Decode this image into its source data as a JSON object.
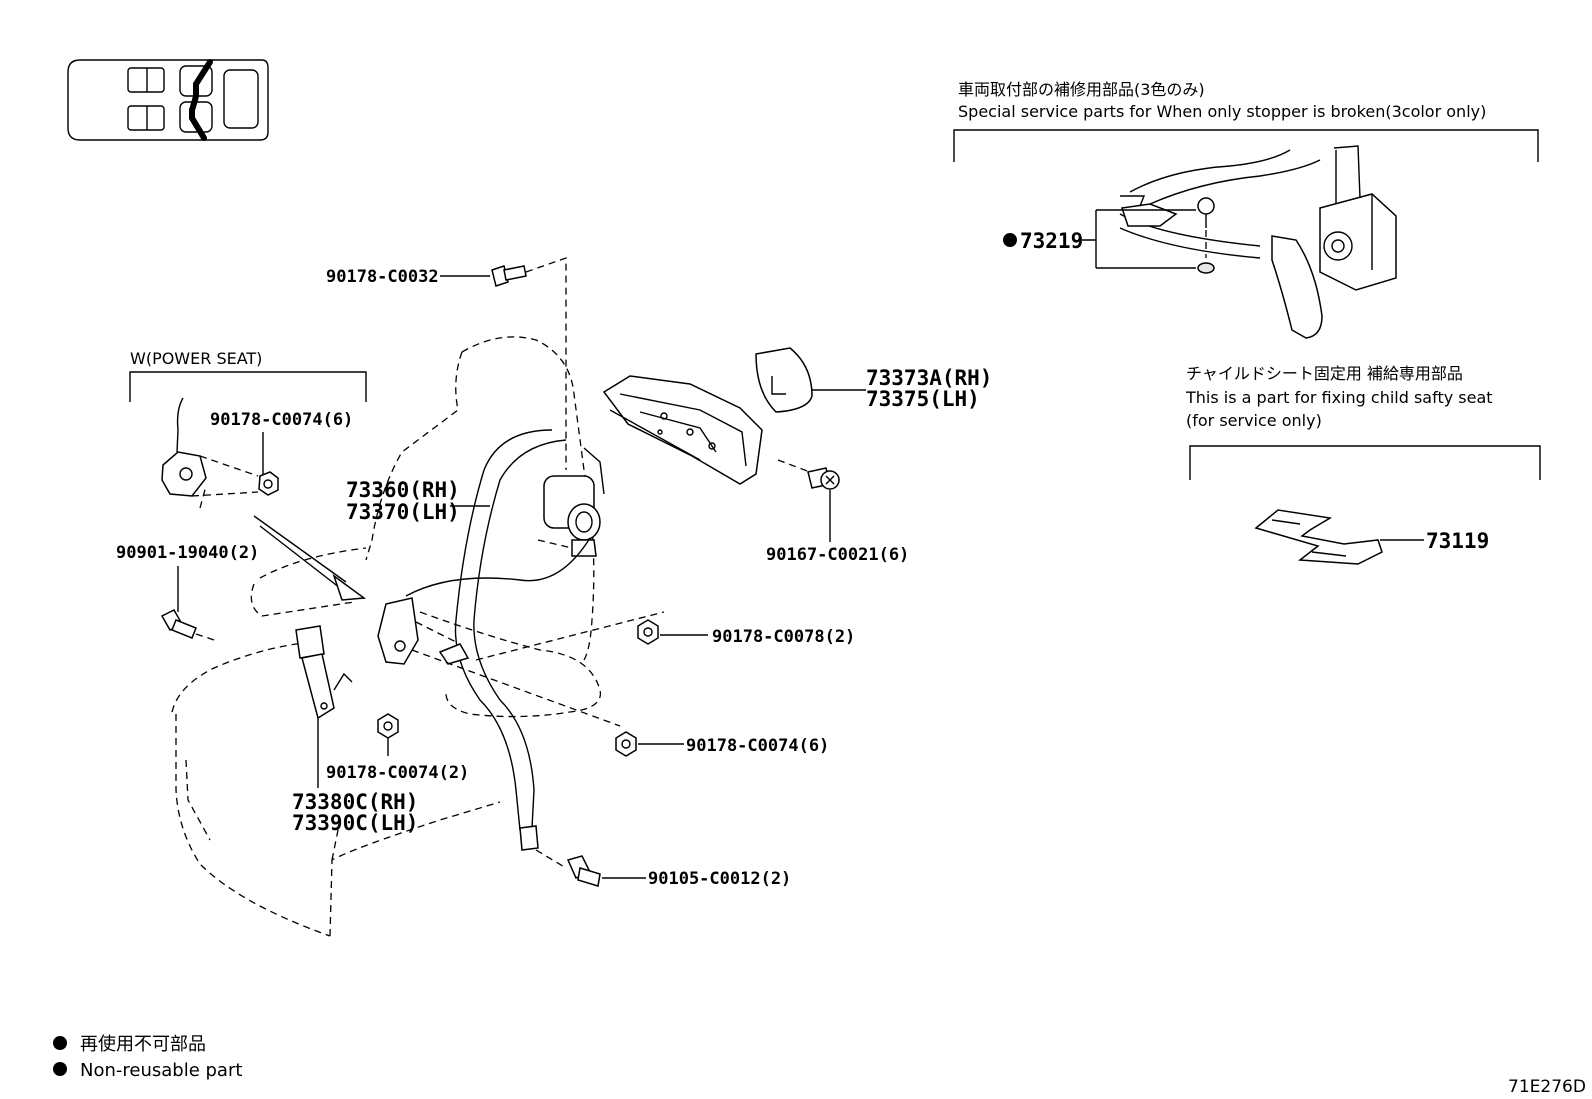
{
  "sections": {
    "stopper_jp": "車両取付部の補修用部品(3色のみ)",
    "stopper_en": "Special service parts for When only stopper is broken(3color only)",
    "child_jp": "チャイルドシート固定用 補給専用部品",
    "child_en1": "This is a part for fixing child safty seat",
    "child_en2": "(for service only)",
    "power_seat": "W(POWER SEAT)"
  },
  "parts": {
    "p_90178_c0032": "90178-C0032",
    "p_90178_c0074_6a": "90178-C0074(6)",
    "p_73360": "73360(RH)",
    "p_73370": "73370(LH)",
    "p_73373a": "73373A(RH)",
    "p_73375": "73375(LH)",
    "p_90167": "90167-C0021(6)",
    "p_90901": "90901-19040(2)",
    "p_90178_c0078": "90178-C0078(2)",
    "p_90178_c0074_6b": "90178-C0074(6)",
    "p_90178_c0074_2": "90178-C0074(2)",
    "p_73380c": "73380C(RH)",
    "p_73390c": "73390C(LH)",
    "p_90105": "90105-C0012(2)",
    "p_73219": "73219",
    "p_73119": "73119"
  },
  "legend": {
    "jp": "再使用不可部品",
    "en": "Non-reusable part"
  },
  "diagram_code": "71E276D"
}
